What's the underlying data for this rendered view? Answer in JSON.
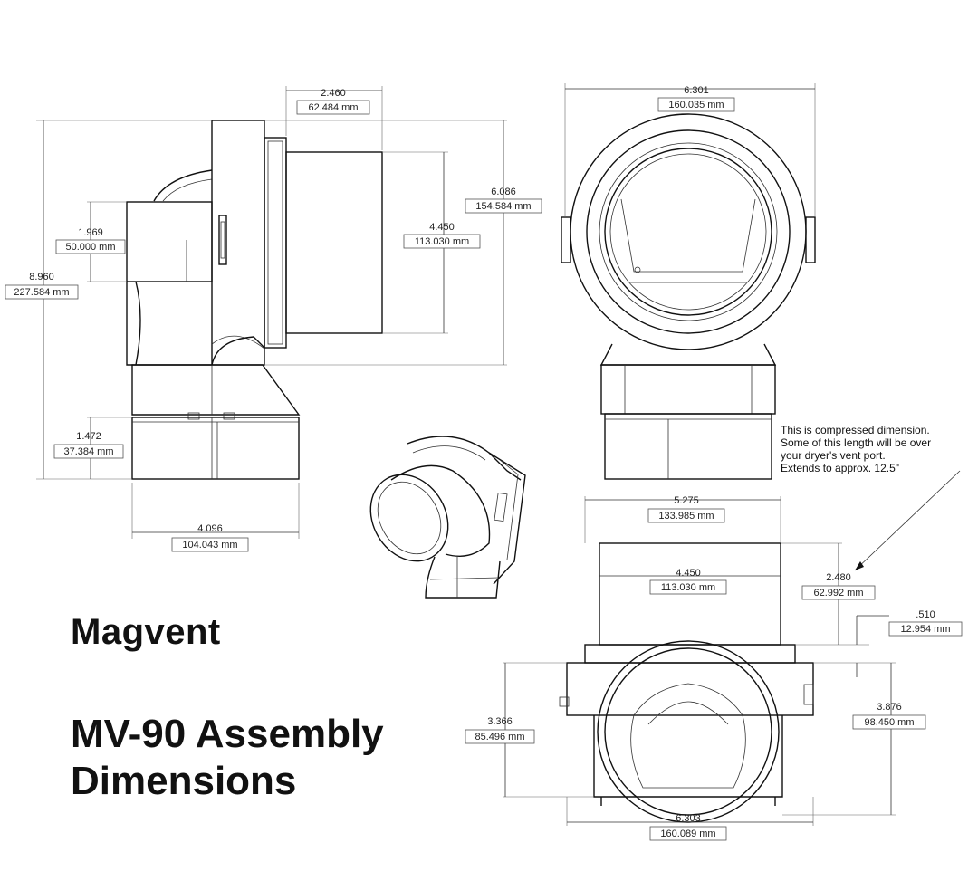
{
  "brand": "Magvent",
  "title_line1": "MV-90 Assembly",
  "title_line2": "Dimensions",
  "note": {
    "line1": "This is compressed dimension.",
    "line2": "Some of this length will be over",
    "line3": "your dryer's vent port.",
    "line4": "Extends to approx. 12.5\""
  },
  "dimensions": {
    "side_top_width": {
      "inch": "2.460",
      "mm": "62.484 mm"
    },
    "side_height_outlet": {
      "inch": "6.086",
      "mm": "154.584 mm"
    },
    "side_outlet_dia": {
      "inch": "4.450",
      "mm": "113.030 mm"
    },
    "side_overall_height": {
      "inch": "8.960",
      "mm": "227.584 mm"
    },
    "side_upper_section": {
      "inch": "1.969",
      "mm": "50.000 mm"
    },
    "side_lower_section": {
      "inch": "1.472",
      "mm": "37.384 mm"
    },
    "side_base_width": {
      "inch": "4.096",
      "mm": "104.043 mm"
    },
    "front_width": {
      "inch": "6.301",
      "mm": "160.035 mm"
    },
    "bottom_top_width": {
      "inch": "5.275",
      "mm": "133.985 mm"
    },
    "bottom_inner_width": {
      "inch": "4.450",
      "mm": "113.030 mm"
    },
    "bottom_compressed": {
      "inch": "2.480",
      "mm": "62.992 mm"
    },
    "bottom_flange": {
      "inch": ".510",
      "mm": "12.954 mm"
    },
    "bottom_left_height": {
      "inch": "3.366",
      "mm": "85.496 mm"
    },
    "bottom_right_height": {
      "inch": "3.876",
      "mm": "98.450 mm"
    },
    "bottom_base_width": {
      "inch": "6.303",
      "mm": "160.089 mm"
    }
  }
}
